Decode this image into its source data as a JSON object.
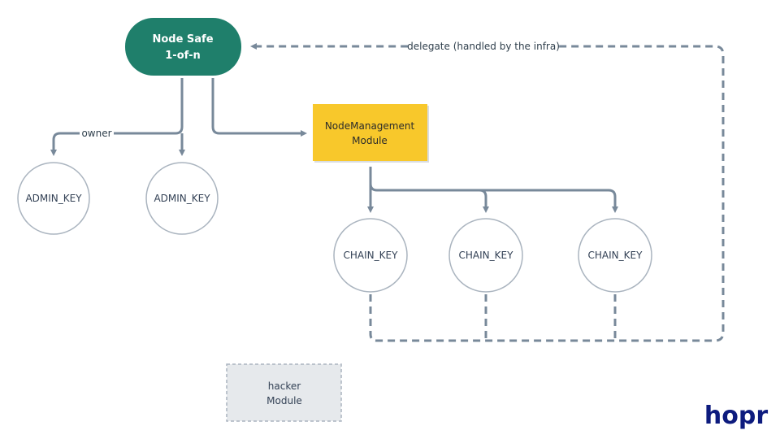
{
  "colors": {
    "safe_fill": "#1f7f6b",
    "module_fill": "#f8c82b",
    "hacker_fill": "#e6e9ec",
    "edge": "#78899a",
    "node_stroke": "#aab4bf",
    "logo": "#0d1b7e"
  },
  "nodes": {
    "node_safe": {
      "line1": "Node Safe",
      "line2": "1-of-n"
    },
    "node_management_module": {
      "line1": "NodeManagement",
      "line2": "Module"
    },
    "admin_key_1": {
      "label": "ADMIN_KEY"
    },
    "admin_key_2": {
      "label": "ADMIN_KEY"
    },
    "chain_key_1": {
      "label": "CHAIN_KEY"
    },
    "chain_key_2": {
      "label": "CHAIN_KEY"
    },
    "chain_key_3": {
      "label": "CHAIN_KEY"
    },
    "hacker_module": {
      "line1": "hacker",
      "line2": "Module"
    }
  },
  "edges": {
    "owner_label": "owner",
    "delegate_label": "delegate (handled by the infra)"
  },
  "logo": {
    "text": "hopr"
  }
}
